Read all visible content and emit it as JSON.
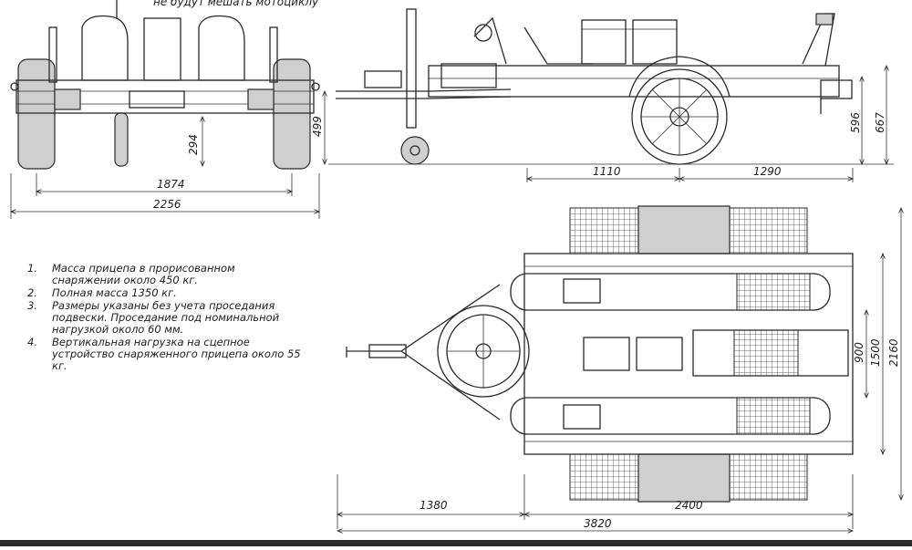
{
  "top_note": "не будут мешать мотоциклу",
  "dimensions": {
    "front_h_294": "294",
    "front_w_1874": "1874",
    "front_w_2256": "2256",
    "side_h_499": "499",
    "side_w_1110": "1110",
    "side_w_1290": "1290",
    "side_h_596": "596",
    "side_h_667": "667",
    "top_w_1380": "1380",
    "top_w_2400": "2400",
    "top_w_3820": "3820",
    "top_h_900": "900",
    "top_h_1500": "1500",
    "top_h_2160": "2160"
  },
  "notes": [
    {
      "num": "1.",
      "text": "Масса прицепа в прорисованном снаряжении около 450 кг."
    },
    {
      "num": "2.",
      "text": "Полная масса 1350 кг."
    },
    {
      "num": "3.",
      "text": "Размеры указаны без учета проседания подвески. Проседание под номинальной нагрузкой около 60 мм."
    },
    {
      "num": "4.",
      "text": "Вертикальная нагрузка на сцепное устройство снаряженного прицепа около 55 кг."
    }
  ]
}
